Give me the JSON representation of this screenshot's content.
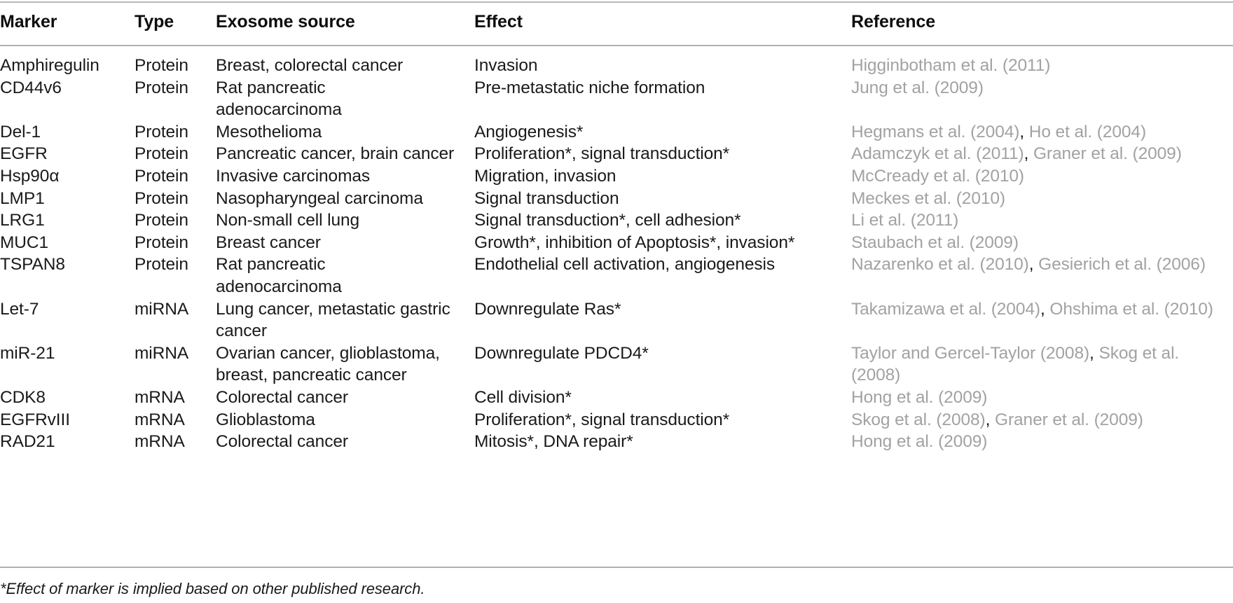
{
  "table": {
    "columns": [
      {
        "key": "marker",
        "label": "Marker"
      },
      {
        "key": "type",
        "label": "Type"
      },
      {
        "key": "source",
        "label": "Exosome source"
      },
      {
        "key": "effect",
        "label": "Effect"
      },
      {
        "key": "reference",
        "label": "Reference"
      }
    ],
    "rows": [
      {
        "marker": "Amphiregulin",
        "type": "Protein",
        "source": "Breast, colorectal cancer",
        "effect": "Invasion",
        "references": [
          "Higginbotham et al. (2011)"
        ]
      },
      {
        "marker": "CD44v6",
        "type": "Protein",
        "source": "Rat pancreatic adenocarcinoma",
        "effect": "Pre-metastatic niche formation",
        "references": [
          "Jung et al. (2009)"
        ]
      },
      {
        "marker": "Del-1",
        "type": "Protein",
        "source": "Mesothelioma",
        "effect": "Angiogenesis*",
        "references": [
          "Hegmans et al. (2004)",
          "Ho et al. (2004)"
        ]
      },
      {
        "marker": "EGFR",
        "type": "Protein",
        "source": "Pancreatic cancer, brain cancer",
        "effect": "Proliferation*, signal transduction*",
        "references": [
          "Adamczyk et al. (2011)",
          "Graner et al. (2009)"
        ]
      },
      {
        "marker": "Hsp90α",
        "type": "Protein",
        "source": "Invasive carcinomas",
        "effect": "Migration, invasion",
        "references": [
          "McCready et al. (2010)"
        ]
      },
      {
        "marker": "LMP1",
        "type": "Protein",
        "source": "Nasopharyngeal carcinoma",
        "effect": "Signal transduction",
        "references": [
          "Meckes et al. (2010)"
        ]
      },
      {
        "marker": "LRG1",
        "type": "Protein",
        "source": "Non-small cell lung",
        "effect": "Signal transduction*, cell adhesion*",
        "references": [
          "Li et al. (2011)"
        ]
      },
      {
        "marker": "MUC1",
        "type": "Protein",
        "source": "Breast cancer",
        "effect": "Growth*, inhibition of Apoptosis*, invasion*",
        "references": [
          "Staubach et al. (2009)"
        ]
      },
      {
        "marker": "TSPAN8",
        "type": "Protein",
        "source": "Rat pancreatic adenocarcinoma",
        "effect": "Endothelial cell activation, angiogenesis",
        "references": [
          "Nazarenko et al. (2010)",
          "Gesierich et al. (2006)"
        ]
      },
      {
        "marker": "Let-7",
        "type": "miRNA",
        "source": "Lung cancer, metastatic gastric cancer",
        "effect": "Downregulate Ras*",
        "references": [
          "Takamizawa et al. (2004)",
          "Ohshima et al. (2010)"
        ]
      },
      {
        "marker": "miR-21",
        "type": "miRNA",
        "source": "Ovarian cancer, glioblastoma, breast, pancreatic cancer",
        "effect": "Downregulate PDCD4*",
        "references": [
          "Taylor and Gercel-Taylor (2008)",
          "Skog et al. (2008)"
        ]
      },
      {
        "marker": "CDK8",
        "type": "mRNA",
        "source": "Colorectal cancer",
        "effect": "Cell division*",
        "references": [
          "Hong et al. (2009)"
        ]
      },
      {
        "marker": "EGFRvIII",
        "type": "mRNA",
        "source": "Glioblastoma",
        "effect": "Proliferation*, signal transduction*",
        "references": [
          "Skog et al. (2008)",
          "Graner et al. (2009)"
        ]
      },
      {
        "marker": "RAD21",
        "type": "mRNA",
        "source": "Colorectal cancer",
        "effect": "Mitosis*, DNA repair*",
        "references": [
          "Hong et al. (2009)"
        ]
      }
    ],
    "footnote": "*Effect of marker is implied based on other published research.",
    "colors": {
      "text": "#1a1a1a",
      "header_text": "#0d0d0d",
      "reference_text": "#a2a2a2",
      "rule": "#b0b0b0",
      "background": "#ffffff"
    }
  }
}
